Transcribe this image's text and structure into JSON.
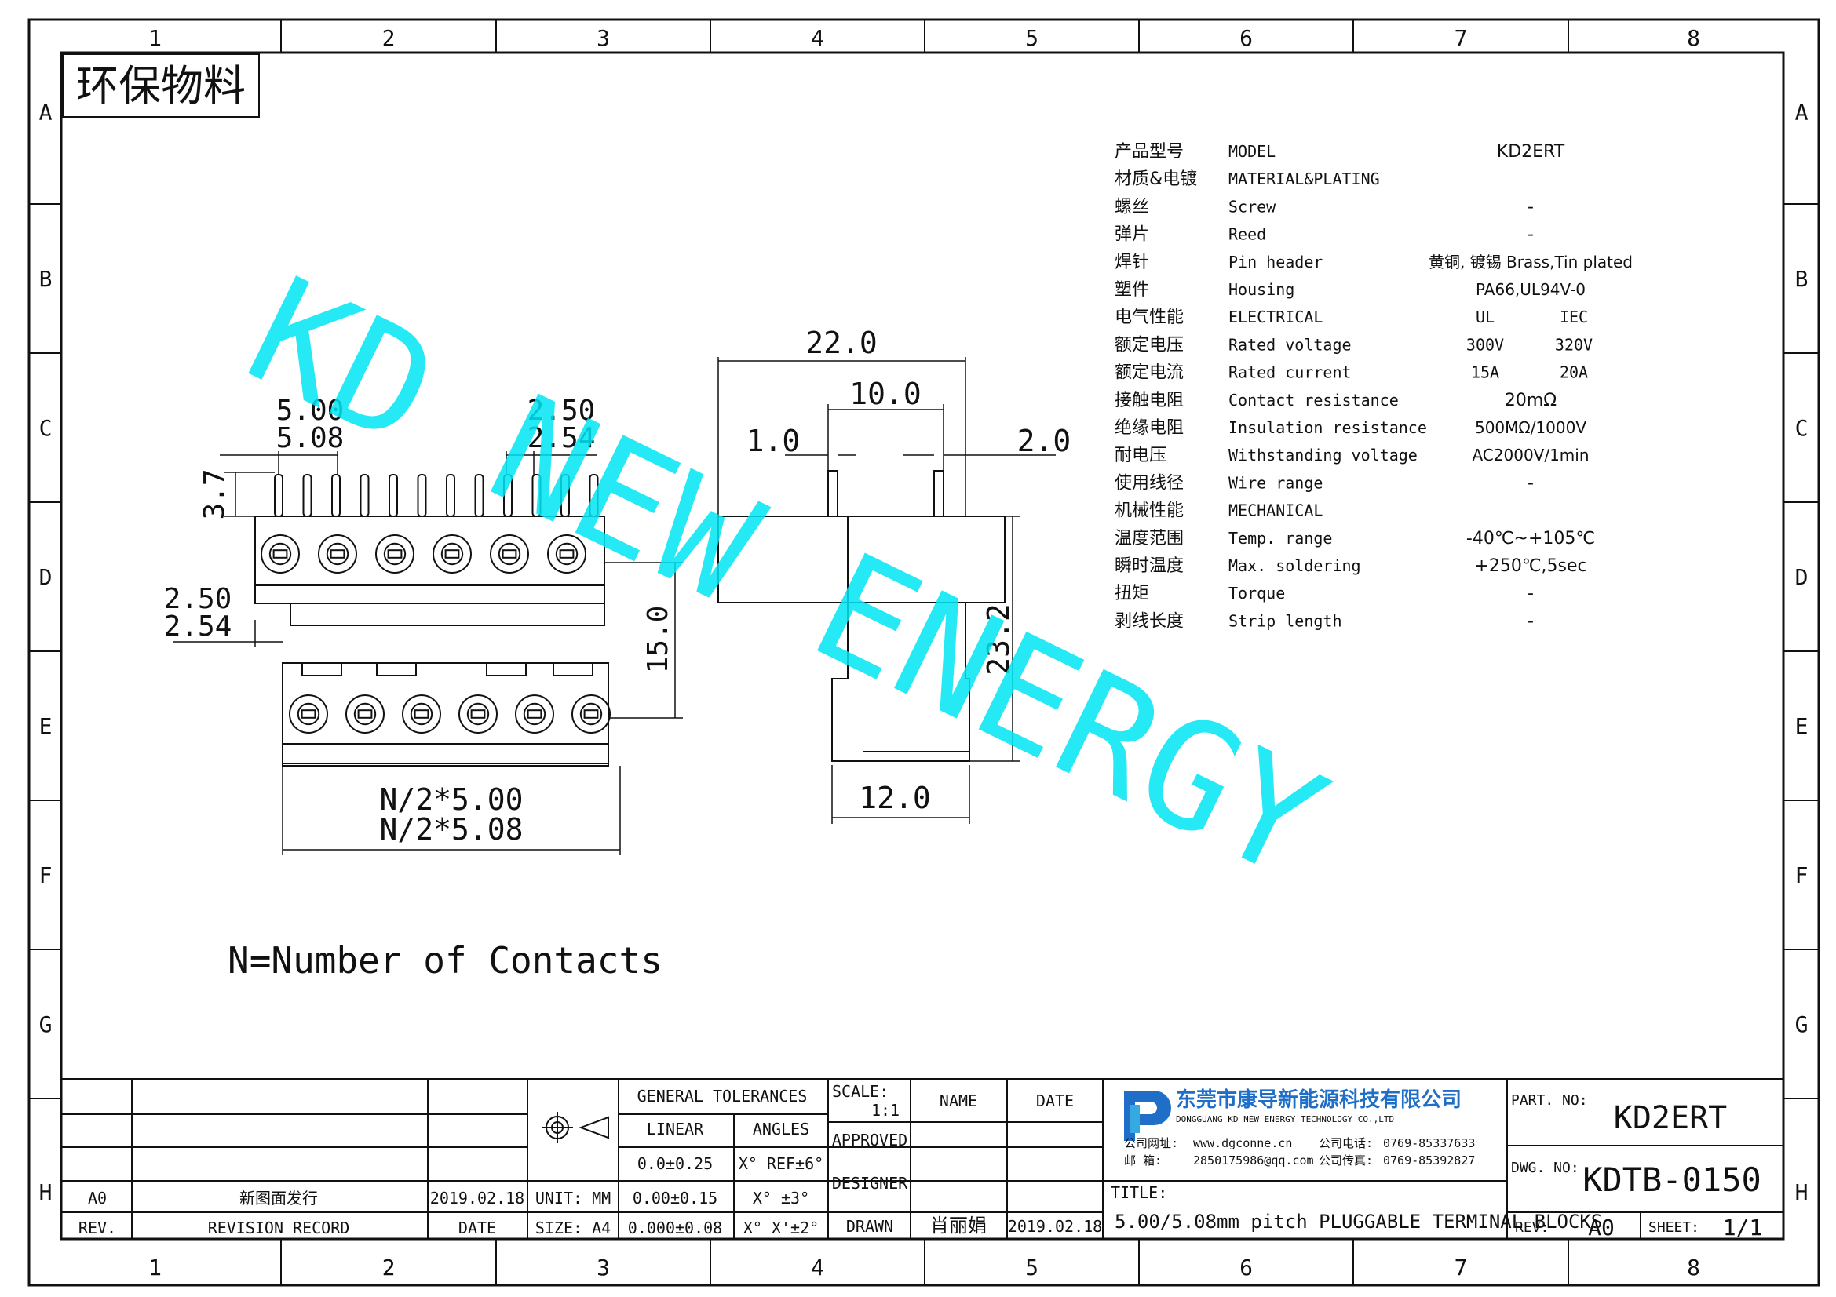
{
  "frame": {
    "columns": [
      "1",
      "2",
      "3",
      "4",
      "5",
      "6",
      "7",
      "8"
    ],
    "rows": [
      "A",
      "B",
      "C",
      "D",
      "E",
      "F",
      "G",
      "H"
    ]
  },
  "eco_label": "环保物料",
  "watermark": "KD NEW ENERGY",
  "note": "N=Number of Contacts",
  "dims": {
    "pitch_a": "5.00",
    "pitch_b": "5.08",
    "pitch_c": "2.50",
    "pitch_d": "2.54",
    "pin_h": "3.7",
    "offset_a": "2.50",
    "offset_b": "2.54",
    "height_15": "15.0",
    "total_a": "N/2*5.00",
    "total_b": "N/2*5.08",
    "side_w": "22.0",
    "side_10": "10.0",
    "side_1": "1.0",
    "side_2": "2.0",
    "side_h": "23.2",
    "side_12": "12.0"
  },
  "specs": [
    {
      "cn": "产品型号",
      "en": "MODEL",
      "v1": "KD2ERT",
      "v2": ""
    },
    {
      "cn": "材质&电镀",
      "en": "MATERIAL&PLATING",
      "v1": "",
      "v2": ""
    },
    {
      "cn": "螺丝",
      "en": "Screw",
      "v1": "-",
      "v2": ""
    },
    {
      "cn": "弹片",
      "en": "Reed",
      "v1": "-",
      "v2": ""
    },
    {
      "cn": "焊针",
      "en": "Pin header",
      "v1": "黄铜, 镀锡 Brass,Tin plated",
      "v2": ""
    },
    {
      "cn": "塑件",
      "en": "Housing",
      "v1": "PA66,UL94V-0",
      "v2": ""
    },
    {
      "cn": "电气性能",
      "en": "ELECTRICAL",
      "v1": "UL",
      "v2": "IEC"
    },
    {
      "cn": "额定电压",
      "en": "Rated voltage",
      "v1": "300V",
      "v2": "320V"
    },
    {
      "cn": "额定电流",
      "en": "Rated current",
      "v1": "15A",
      "v2": "20A"
    },
    {
      "cn": "接触电阻",
      "en": "Contact resistance",
      "v1": "20mΩ",
      "v2": ""
    },
    {
      "cn": "绝缘电阻",
      "en": "Insulation resistance",
      "v1": "500MΩ/1000V",
      "v2": ""
    },
    {
      "cn": "耐电压",
      "en": "Withstanding voltage",
      "v1": "AC2000V/1min",
      "v2": ""
    },
    {
      "cn": "使用线径",
      "en": "Wire range",
      "v1": "-",
      "v2": ""
    },
    {
      "cn": "机械性能",
      "en": "MECHANICAL",
      "v1": "",
      "v2": ""
    },
    {
      "cn": "温度范围",
      "en": "Temp. range",
      "v1": "-40℃~+105℃",
      "v2": ""
    },
    {
      "cn": "瞬时温度",
      "en": "Max. soldering",
      "v1": "+250℃,5sec",
      "v2": ""
    },
    {
      "cn": "扭矩",
      "en": "Torque",
      "v1": "-",
      "v2": ""
    },
    {
      "cn": "剥线长度",
      "en": "Strip length",
      "v1": "-",
      "v2": ""
    }
  ],
  "title_block": {
    "rev_code": "A0",
    "rev_desc": "新图面发行",
    "rev_date": "2019.02.18",
    "rev_label": "REV.",
    "record_label": "REVISION RECORD",
    "date_label": "DATE",
    "unit": "UNIT: MM",
    "size": "SIZE: A4",
    "gen_tol": "GENERAL TOLERANCES",
    "linear": "LINEAR",
    "angles": "ANGLES",
    "tol_lin1": "0.0±0.25",
    "tol_lin2": "0.00±0.15",
    "tol_lin3": "0.000±0.08",
    "tol_ang1": "X° REF±6°",
    "tol_ang2": "X° ±3°",
    "tol_ang3": "X° X'±2°",
    "scale_label": "SCALE:",
    "scale": "1:1",
    "approved": "APPROVED",
    "designer": "DESIGNER",
    "drawn": "DRAWN",
    "name_label": "NAME",
    "date_label2": "DATE",
    "drawn_name": "肖丽娟",
    "drawn_date": "2019.02.18",
    "company_cn": "东莞市康导新能源科技有限公司",
    "company_en": "DONGGUANG KD NEW ENERGY TECHNOLOGY CO.,LTD",
    "web_label": "公司网址:",
    "web": "www.dgconne.cn",
    "tel_label": "公司电话:",
    "tel": "0769-85337633",
    "mail_label": "邮    箱:",
    "mail": "2850175986@qq.com",
    "fax_label": "公司传真:",
    "fax": "0769-85392827",
    "title_label": "TITLE:",
    "title": "5.00/5.08mm pitch PLUGGABLE TERMINAL BLOCKS",
    "part_label": "PART. NO:",
    "part": "KD2ERT",
    "dwg_label": "DWG. NO:",
    "dwg": "KDTB-0150",
    "rev2_label": "REV:",
    "rev2": "A0",
    "sheet_label": "SHEET:",
    "sheet": "1/1"
  },
  "colors": {
    "watermark": "#00e5f5",
    "logo": "#1f6fc9",
    "ink": "#111111"
  }
}
